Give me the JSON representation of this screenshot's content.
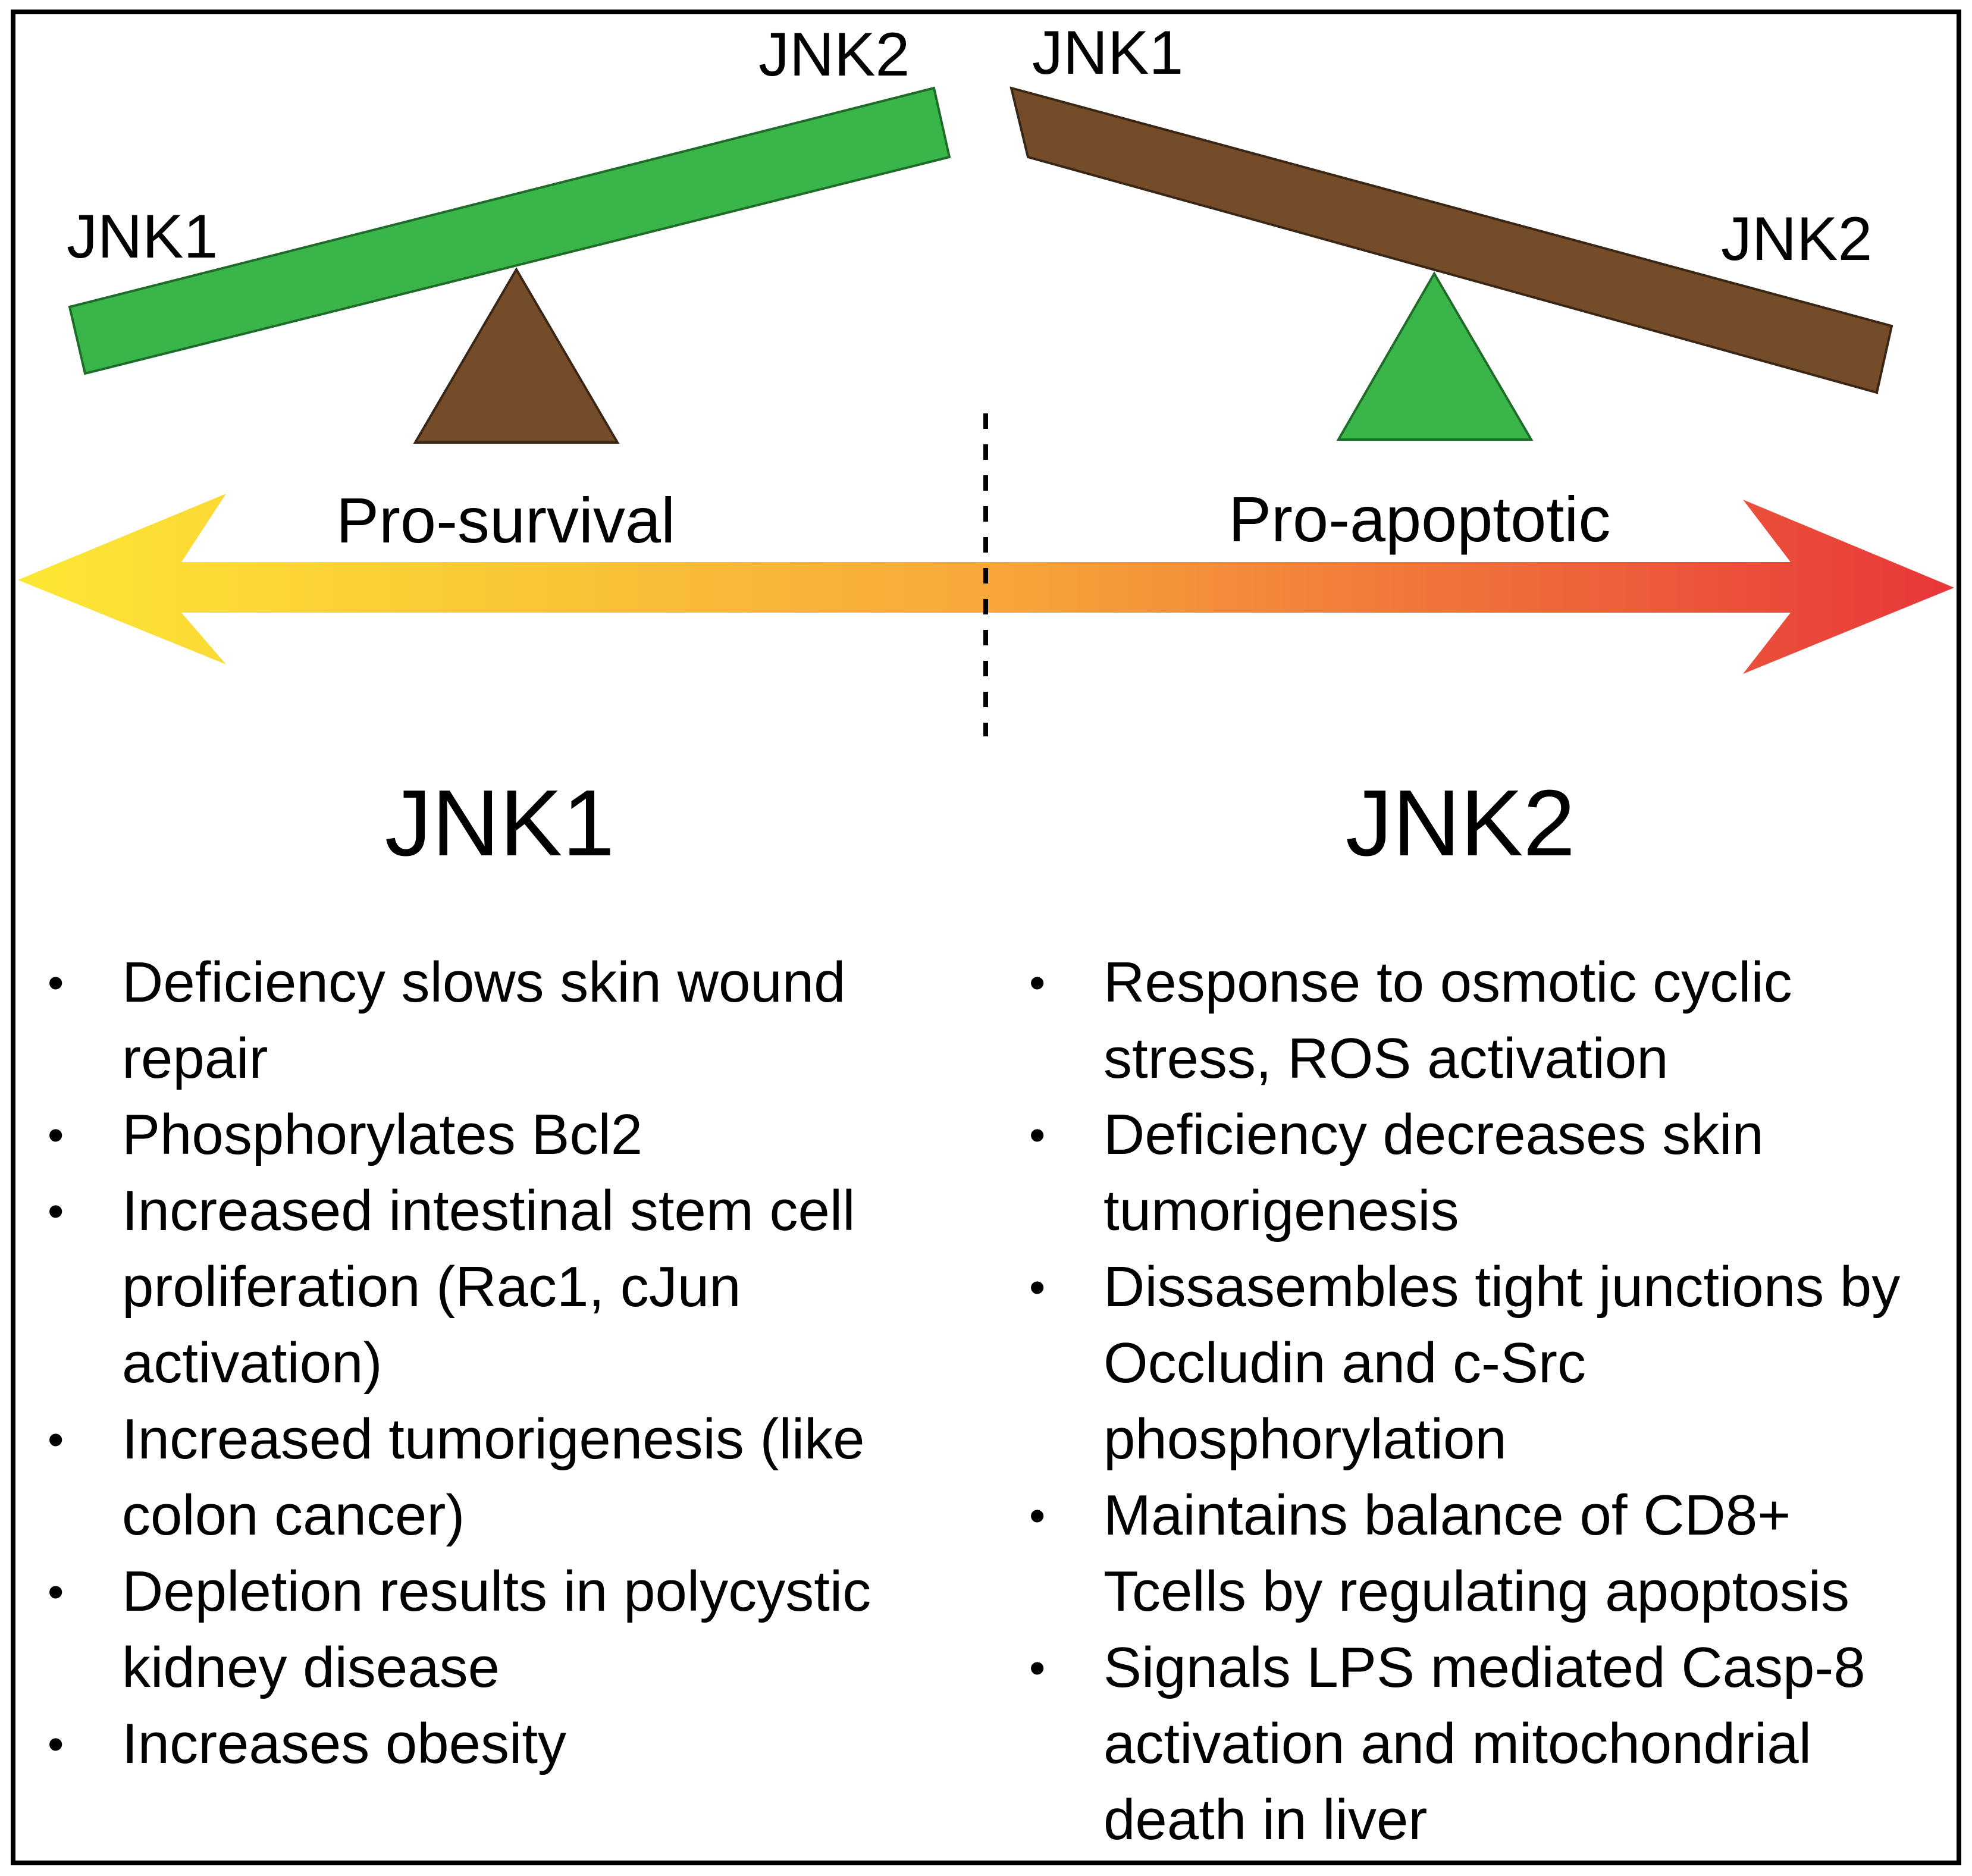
{
  "colors": {
    "green": "#3ab54a",
    "brown": "#754c29",
    "arrow_start": "#fde733",
    "arrow_mid": "#f7a839",
    "arrow_end": "#e8373a"
  },
  "left_seesaw": {
    "low_label": "JNK1",
    "high_label": "JNK2"
  },
  "right_seesaw": {
    "high_label": "JNK1",
    "low_label": "JNK2"
  },
  "axis": {
    "left_label": "Pro-survival",
    "right_label": "Pro-apoptotic"
  },
  "left_column": {
    "title": "JNK1",
    "items": [
      "Deficiency slows skin wound repair",
      "Phosphorylates Bcl2",
      "Increased intestinal stem cell proliferation (Rac1, cJun activation)",
      "Increased tumorigenesis (like colon cancer)",
      "Depletion results in polycystic kidney disease",
      "Increases obesity"
    ]
  },
  "right_column": {
    "title": "JNK2",
    "items": [
      "Response to osmotic cyclic stress, ROS activation",
      "Deficiency decreases skin tumorigenesis",
      "Dissasembles tight junctions by Occludin and c-Src phosphorylation",
      "Maintains balance of CD8+ Tcells by regulating apoptosis",
      "Signals LPS mediated Casp-8 activation and mitochondrial death in liver"
    ]
  }
}
